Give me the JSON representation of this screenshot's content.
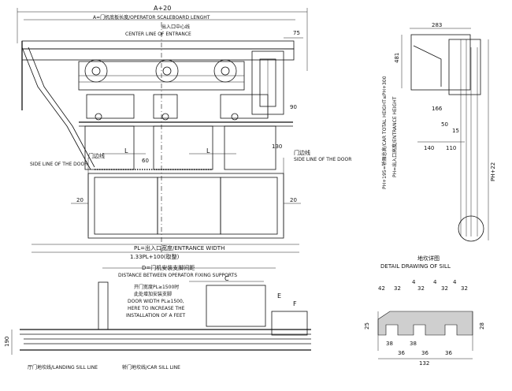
{
  "front_view": {
    "dim_a_plus_20": "A+20",
    "dim_a_label": "A=门机底板长度/OPERATOR SCALEBOARD LENGHT",
    "center_line_cn": "出入口中心线",
    "center_line_en": "CENTER LINE OF ENTRANCE",
    "dim_75": "75",
    "dim_90": "90",
    "dim_60": "60",
    "dim_130": "130",
    "dim_20_left": "20",
    "dim_20_right": "20",
    "dim_l_left": "L",
    "dim_l_right": "L",
    "door_side_left_cn": "门边线",
    "door_side_left_en": "SIDE LINE OF THE DOOR",
    "door_side_right_cn": "门边线",
    "door_side_right_en": "SIDE LINE OF THE DOOR",
    "pl_label": "PL=出入口宽度/ENTRANCE WIDTH",
    "pl_factor": "1.33PL+100(取整)"
  },
  "side_view": {
    "dim_283": "283",
    "dim_481": "481",
    "dim_166": "166",
    "dim_50": "50",
    "dim_15": "15",
    "dim_140": "140",
    "dim_110": "110",
    "total_height_label": "PH+195=轿厢总高/CAR TOTAL HEIGHT≤PH+300",
    "entrance_height_label": "PH=出入口高度/ENTRANCE HEIGHT",
    "ph_22": "PH+22"
  },
  "plan_view": {
    "d_label_cn": "D=门机安装支脚间距",
    "d_label_en": "DISTANCE BETWEEN OPERATOR FIXING SUPPORTS",
    "dim_c": "C",
    "note_cn_1": "开门宽度PL≥1500时",
    "note_cn_2": "此处增加安装支脚",
    "note_en_1": "DOOR WIDTH PL≥1500,",
    "note_en_2": "HERE TO INCREASE THE",
    "note_en_3": "INSTALLATION OF A FEET",
    "dim_e": "E",
    "dim_f": "F",
    "dim_190": "190",
    "landing_sill": "厅门地坎线/LANDING SILL LINE",
    "car_sill": "轿门地坎线/CAR SILL LINE"
  },
  "sill_detail": {
    "title_cn": "地坎详图",
    "title_en": "DETAIL DRAWING OF SILL",
    "dims_top": [
      "42",
      "32",
      "4",
      "32",
      "4",
      "32",
      "4",
      "32"
    ],
    "dims_bottom_a": [
      "38",
      "38"
    ],
    "dims_bottom_b": [
      "36",
      "36",
      "36"
    ],
    "dim_25": "25",
    "dim_28": "28",
    "dim_132": "132"
  }
}
